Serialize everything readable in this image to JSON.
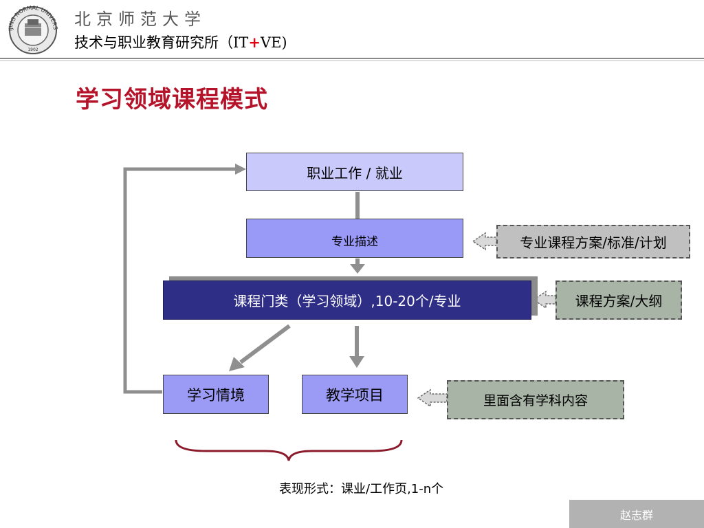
{
  "header": {
    "university": "北京师范大学",
    "logo_text": "BEIJING NORMAL UNIVERSITY",
    "logo_year": "1902",
    "institute_prefix": "技术与职业教育研究所（IT",
    "institute_plus": "+",
    "institute_suffix": "VE)"
  },
  "title": "学习领域课程模式",
  "diagram": {
    "job": "职业工作 / 就业",
    "description": "专业描述",
    "course": "课程门类（学习领域）,10-20个/专业",
    "learning": "学习情境",
    "project": "教学项目",
    "note_plan": "专业课程方案/标准/计划",
    "note_outline": "课程方案/大纲",
    "note_subject": "里面含有学科内容",
    "caption": "表现形式：课业/工作页,1-n个"
  },
  "footer": {
    "author": "赵志群"
  },
  "colors": {
    "title": "#b5132a",
    "job_box": "#c9c9fb",
    "desc_box": "#9999f8",
    "course_box": "#2e2e86",
    "sub_box": "#9b9bf6",
    "note_gray": "#c0c0c0",
    "note_green": "#a8b5a6",
    "brace": "#8b1a2b",
    "arrow": "#8f8f8f"
  }
}
